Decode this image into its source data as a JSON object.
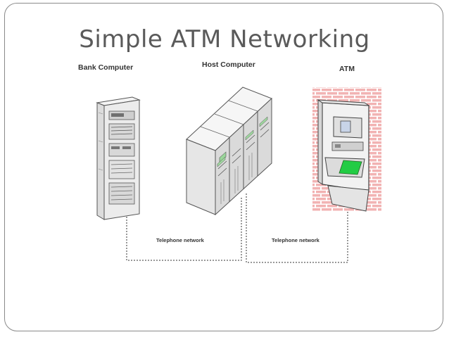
{
  "title": "Simple ATM Networking",
  "labels": {
    "bank_computer": "Bank Computer",
    "host_computer": "Host Computer",
    "atm": "ATM",
    "telephone_network_left": "Telephone network",
    "telephone_network_right": "Telephone network"
  },
  "colors": {
    "title": "#5a5a5a",
    "brick": "#f2b8b8",
    "atm_screen_green": "#22cc44",
    "line": "#333333"
  }
}
